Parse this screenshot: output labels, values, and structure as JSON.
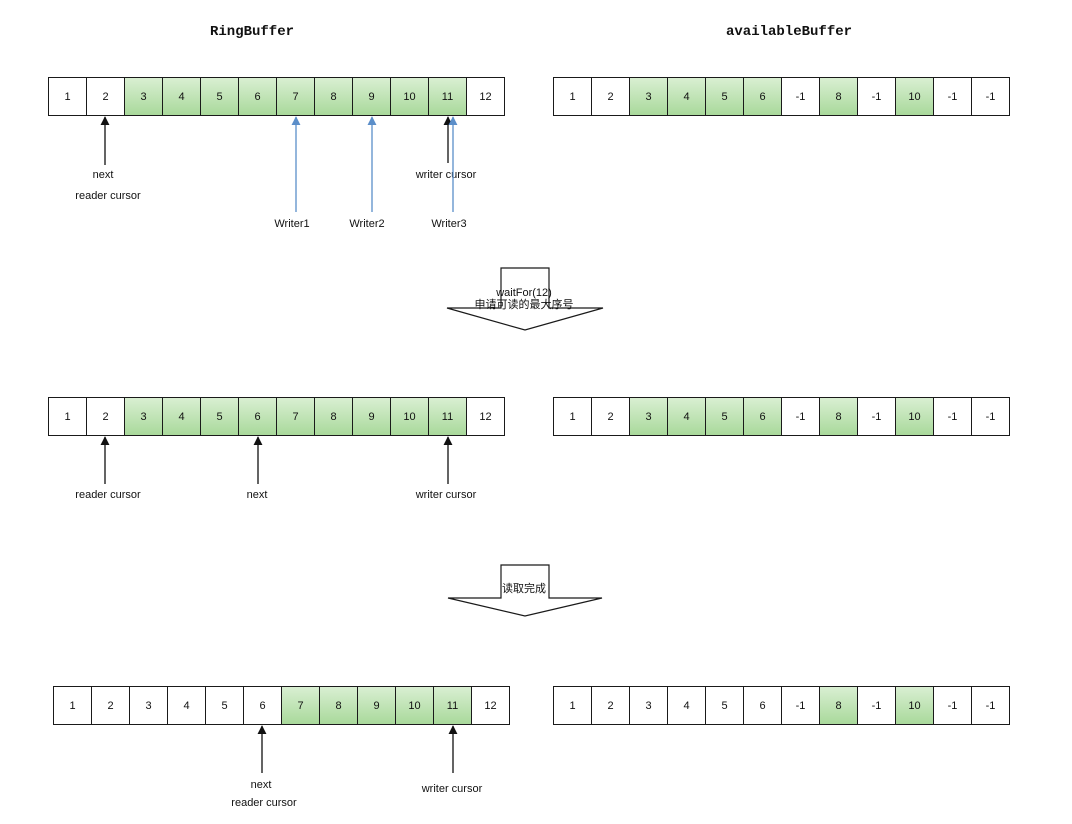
{
  "titles": {
    "ring": "RingBuffer",
    "available": "availableBuffer"
  },
  "colors": {
    "filled_top": "#d9efd2",
    "filled_bottom": "#a9d99b",
    "border": "#1a1a1a",
    "writer_arrow": "#5b8ec9",
    "arrow": "#111111"
  },
  "stage1": {
    "ring": {
      "cells": [
        "1",
        "2",
        "3",
        "4",
        "5",
        "6",
        "7",
        "8",
        "9",
        "10",
        "11",
        "12"
      ],
      "filled": [
        false,
        false,
        true,
        true,
        true,
        true,
        true,
        true,
        true,
        true,
        true,
        false
      ]
    },
    "available": {
      "cells": [
        "1",
        "2",
        "3",
        "4",
        "5",
        "6",
        "-1",
        "8",
        "-1",
        "10",
        "-1",
        "-1"
      ],
      "filled": [
        false,
        false,
        true,
        true,
        true,
        true,
        false,
        true,
        false,
        true,
        false,
        false
      ]
    },
    "labels": {
      "next": "next",
      "reader_cursor": "reader cursor",
      "writer_cursor": "writer cursor",
      "writer1": "Writer1",
      "writer2": "Writer2",
      "writer3": "Writer3"
    }
  },
  "step1": {
    "line1": "waitFor(12)",
    "line2": "申请可读的最大序号"
  },
  "stage2": {
    "ring": {
      "cells": [
        "1",
        "2",
        "3",
        "4",
        "5",
        "6",
        "7",
        "8",
        "9",
        "10",
        "11",
        "12"
      ],
      "filled": [
        false,
        false,
        true,
        true,
        true,
        true,
        true,
        true,
        true,
        true,
        true,
        false
      ]
    },
    "available": {
      "cells": [
        "1",
        "2",
        "3",
        "4",
        "5",
        "6",
        "-1",
        "8",
        "-1",
        "10",
        "-1",
        "-1"
      ],
      "filled": [
        false,
        false,
        true,
        true,
        true,
        true,
        false,
        true,
        false,
        true,
        false,
        false
      ]
    },
    "labels": {
      "reader_cursor": "reader cursor",
      "next": "next",
      "writer_cursor": "writer cursor"
    }
  },
  "step2": {
    "line1": "读取完成"
  },
  "stage3": {
    "ring": {
      "cells": [
        "1",
        "2",
        "3",
        "4",
        "5",
        "6",
        "7",
        "8",
        "9",
        "10",
        "11",
        "12"
      ],
      "filled": [
        false,
        false,
        false,
        false,
        false,
        false,
        true,
        true,
        true,
        true,
        true,
        false
      ]
    },
    "available": {
      "cells": [
        "1",
        "2",
        "3",
        "4",
        "5",
        "6",
        "-1",
        "8",
        "-1",
        "10",
        "-1",
        "-1"
      ],
      "filled": [
        false,
        false,
        false,
        false,
        false,
        false,
        false,
        true,
        false,
        true,
        false,
        false
      ]
    },
    "labels": {
      "next": "next",
      "reader_cursor": "reader cursor",
      "writer_cursor": "writer cursor"
    }
  }
}
